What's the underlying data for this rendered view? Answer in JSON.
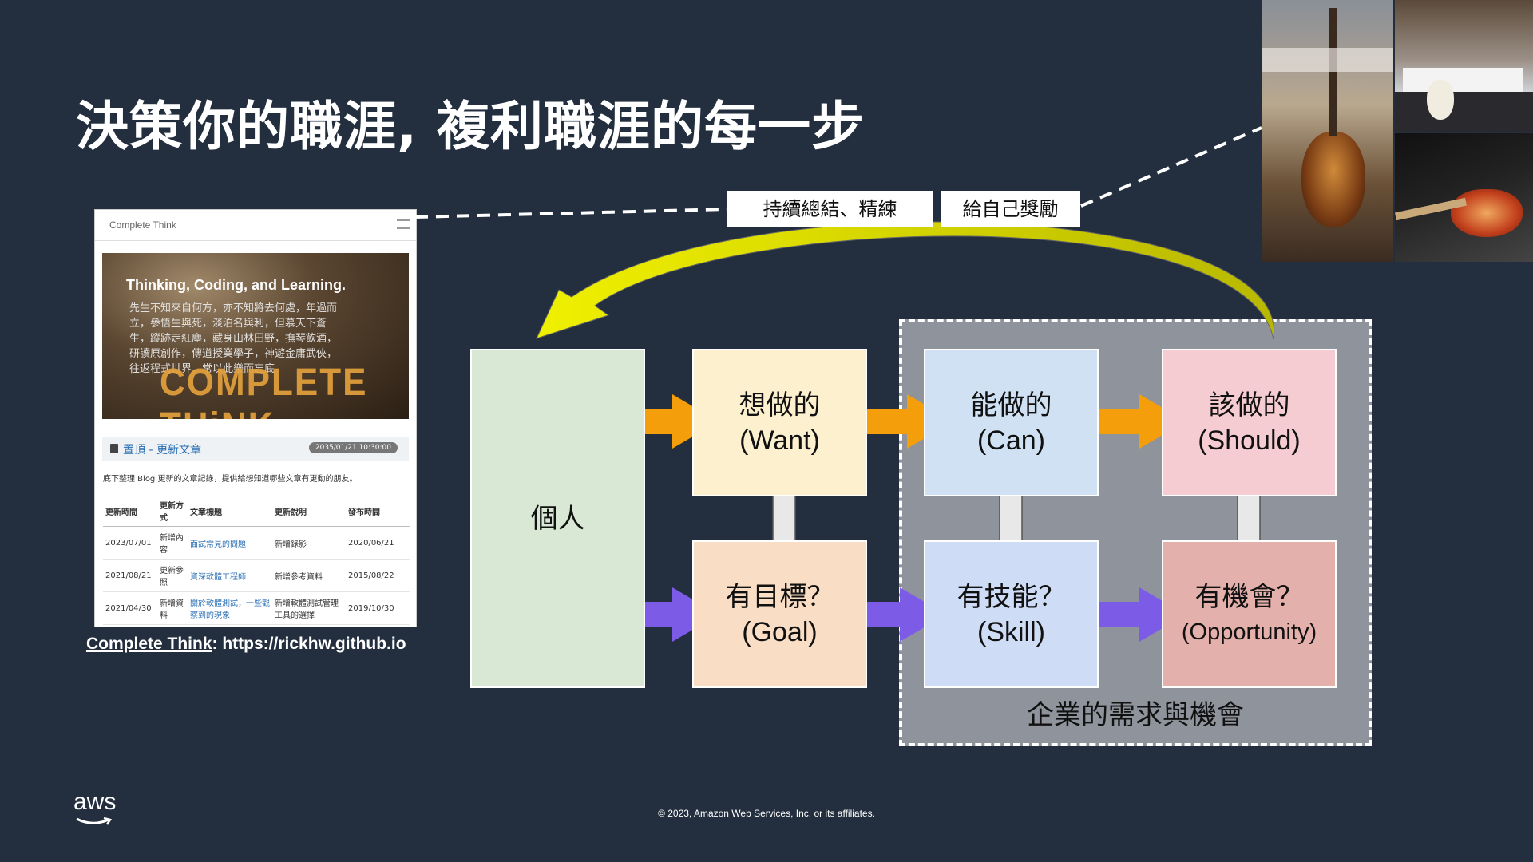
{
  "slide": {
    "title": "決策你的職涯, 複利職涯的每一步",
    "footer": "© 2023, Amazon Web Services, Inc. or its affiliates.",
    "logo_text": "aws"
  },
  "blog": {
    "site_name": "Complete Think",
    "hero_title": "Thinking, Coding, and Learning.",
    "hero_poem": "先生不知來自何方，亦不知將去何處，年過而立，參悟生與死，淡泊名與利，但慕天下蒼生，蹤跡走紅塵，藏身山林田野，撫琴飲酒，研讀原創作，傳道授業學子，神遊金庸武俠，往返程式世界，常以此樂而忘底",
    "hero_logo": "COMPLETE THiNK",
    "section_title": "置頂 - 更新文章",
    "section_date": "2035/01/21 10:30:00",
    "description": "底下整理 Blog 更新的文章記錄，提供給想知道哪些文章有更動的朋友。",
    "table_headers": [
      "更新時間",
      "更新方式",
      "文章標題",
      "更新說明",
      "發布時間"
    ],
    "table_rows": [
      [
        "2023/07/01",
        "新增內容",
        "面試常見的問題",
        "新增錄影",
        "2020/06/21"
      ],
      [
        "2021/08/21",
        "更新參照",
        "資深軟體工程師",
        "新增參考資料",
        "2015/08/22"
      ],
      [
        "2021/04/30",
        "新增資料",
        "關於軟體測試，一些觀察到的現象",
        "新增軟體測試管理工具的選擇",
        "2019/10/30"
      ]
    ],
    "caption_name": "Complete Think",
    "caption_url": ": https://rickhw.github.io"
  },
  "labels": {
    "summarize": "持續總結、精練",
    "reward": "給自己獎勵"
  },
  "diagram": {
    "individual": "個人",
    "want_zh": "想做的",
    "want_en": "(Want)",
    "can_zh": "能做的",
    "can_en": "(Can)",
    "should_zh": "該做的",
    "should_en": "(Should)",
    "goal_zh": "有目標？",
    "goal_en": "(Goal)",
    "skill_zh": "有技能？",
    "skill_en": "(Skill)",
    "opportunity_zh": "有機會？",
    "opportunity_en": "(Opportunity)",
    "enterprise": "企業的需求與機會"
  },
  "colors": {
    "background": "#232f3e",
    "arrow_top": "#f59e0b",
    "arrow_bottom": "#7c5ce6",
    "feedback_arrow": "#e6e600"
  }
}
